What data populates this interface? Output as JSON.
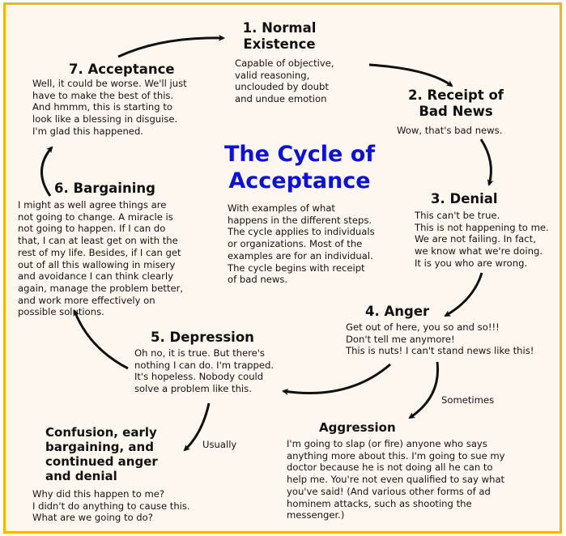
{
  "title": [
    "The Cycle of",
    "Acceptance"
  ],
  "intro": [
    "With examples of what",
    "happens in the different steps.",
    "The cycle applies to individuals",
    "or organizations. Most of the",
    "examples are for an individual.",
    "The cycle begins with receipt",
    "of bad news."
  ],
  "steps": {
    "normal": {
      "title": [
        "1. Normal",
        "Existence"
      ],
      "body": [
        "Capable of objective,",
        "valid reasoning,",
        "unclouded by doubt",
        "and undue emotion"
      ]
    },
    "receipt": {
      "title": [
        "2. Receipt of",
        "Bad News"
      ],
      "body": [
        "Wow, that's bad news."
      ]
    },
    "denial": {
      "title": [
        "3. Denial"
      ],
      "body": [
        "This can't be true.",
        "This is not happening to me.",
        "We are not failing. In fact,",
        "we know what we're doing.",
        "It is you who are wrong."
      ]
    },
    "anger": {
      "title": [
        "4. Anger"
      ],
      "body": [
        "Get out of here, you so and so!!!",
        "Don't tell me anymore!",
        "This is nuts! I can't stand news like this!"
      ]
    },
    "depression": {
      "title": [
        "5. Depression"
      ],
      "body": [
        "Oh no, it is true. But there's",
        "nothing I can do. I'm trapped.",
        "It's hopeless. Nobody could",
        "solve a problem like this."
      ]
    },
    "bargaining": {
      "title": [
        "6. Bargaining"
      ],
      "body": [
        "I might as well agree things are",
        "not going to change. A miracle is",
        "not going to happen. If I can do",
        "that, I can at least get on with the",
        "rest of my life. Besides, if I can get",
        "out of all this wallowing in misery",
        "and avoidance I can think clearly",
        "again, manage the problem better,",
        "and work more effectively on",
        "possible solutions."
      ]
    },
    "acceptance": {
      "title": [
        "7. Acceptance"
      ],
      "body": [
        "Well, it could be worse. We'll just",
        "have to make the best of this.",
        "And hmmm, this is starting to",
        "look like a blessing in disguise.",
        "I'm glad this happened."
      ]
    },
    "aggression": {
      "title": [
        "Aggression"
      ],
      "body": [
        "I'm going to slap (or fire) anyone who says",
        "anything more about this. I'm going to sue my",
        "doctor because he is not doing all he can to",
        "help me. You're not even qualified to say what",
        "you've said! (And various other forms of ad",
        "hominem attacks, such as shooting the",
        "messenger.)"
      ]
    },
    "confusion": {
      "title": [
        "Confusion, early",
        "bargaining, and",
        "continued anger",
        "and denial"
      ],
      "body": [
        "Why did this happen to me?",
        "I didn't do anything to cause this.",
        "What are we going to do?"
      ]
    }
  },
  "edge_labels": {
    "sometimes": "Sometimes",
    "usually": "Usually"
  },
  "colors": {
    "border": "#f5b800",
    "background": "#fdf7ef",
    "title": "#0a10e0"
  }
}
